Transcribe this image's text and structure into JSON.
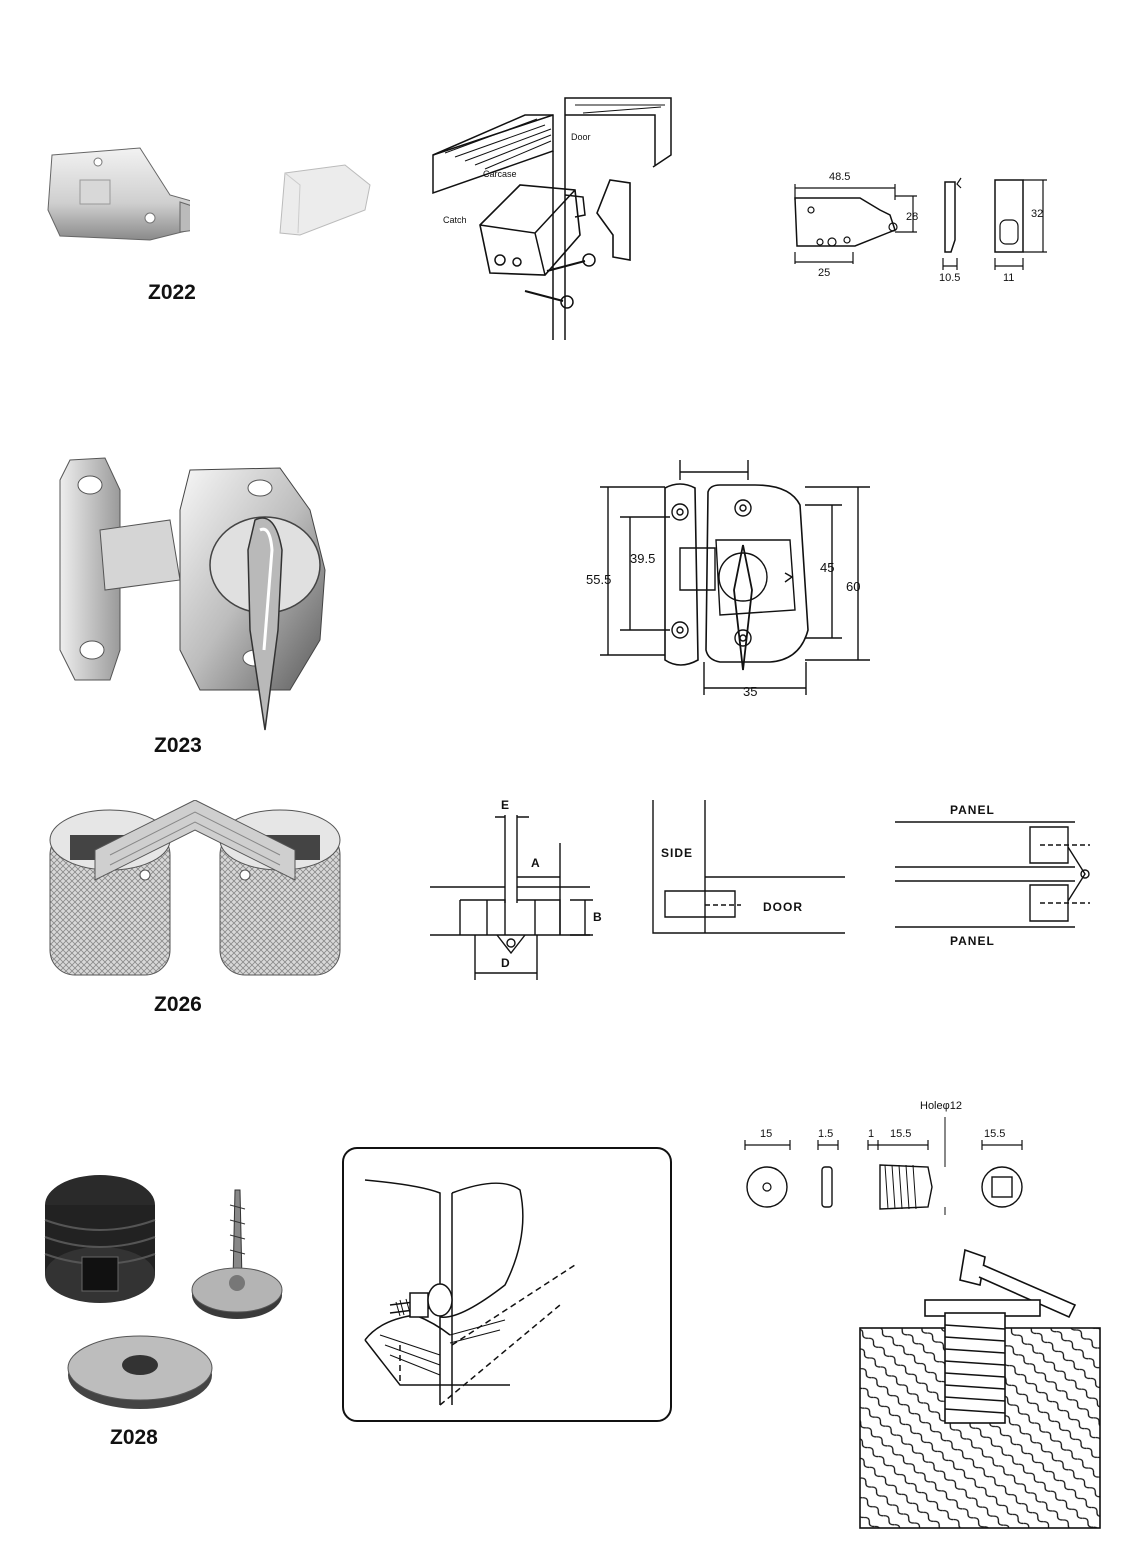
{
  "products": [
    {
      "code": "Z022",
      "install_labels": {
        "door": "Door",
        "carcase": "Carcase",
        "catch": "Catch"
      },
      "dimensions": {
        "width": "48.5",
        "height": "28",
        "base": "25",
        "strike_depth": "10.5",
        "strike_width": "11",
        "strike_height": "32"
      }
    },
    {
      "code": "Z023",
      "dimensions": {
        "inner_height": "39.5",
        "total_height_left": "55.5",
        "inner_height_right": "45",
        "total_height_right": "60",
        "width": "35"
      }
    },
    {
      "code": "Z026",
      "diagram_labels": {
        "e": "E",
        "a": "A",
        "b": "B",
        "d": "D",
        "side": "SIDE",
        "door": "DOOR",
        "panel_top": "PANEL",
        "panel_bottom": "PANEL"
      }
    },
    {
      "code": "Z028",
      "dimensions": {
        "disc_dia": "15",
        "disc_thick": "1.5",
        "flange": "1",
        "length": "15.5",
        "hole": "Holeφ12",
        "square": "15.5"
      }
    }
  ],
  "colors": {
    "line": "#111111",
    "metal_light": "#e6e6e6",
    "metal_mid": "#a8a8a8",
    "metal_dark": "#555555",
    "plastic": "#e8e8e8",
    "black_part": "#2a2a2a"
  }
}
